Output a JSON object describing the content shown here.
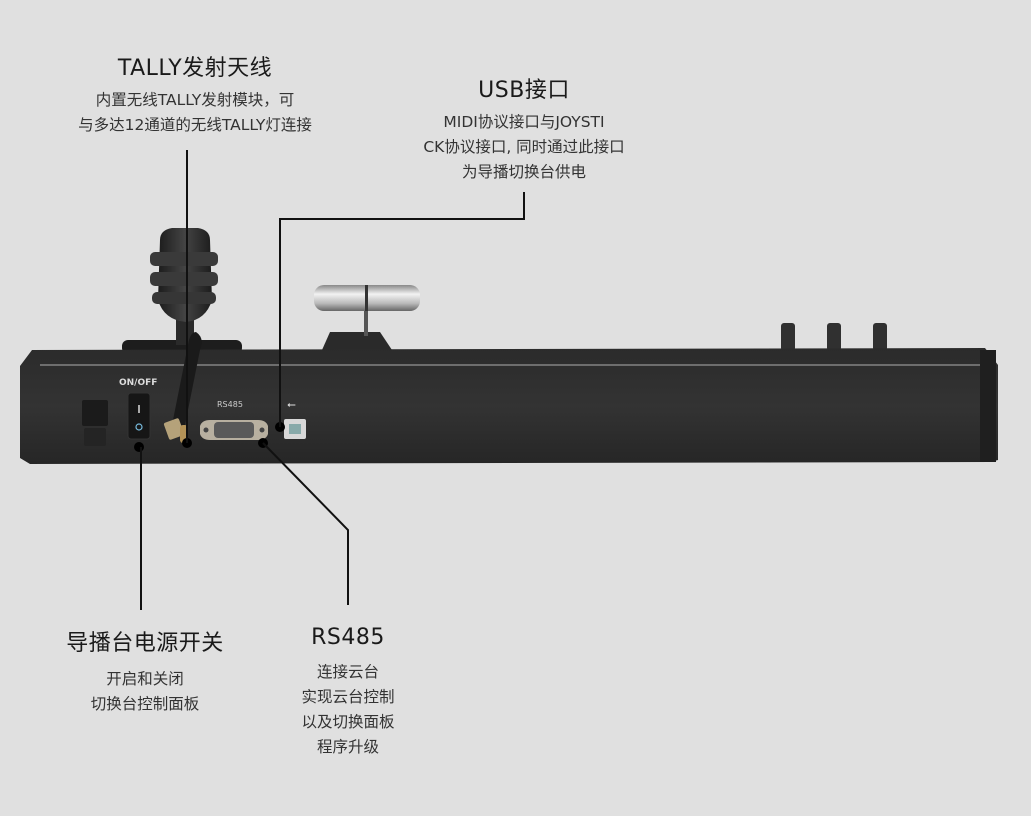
{
  "callouts": {
    "tally": {
      "title": "TALLY发射天线",
      "lines": [
        "内置无线TALLY发射模块，可",
        "与多达12通道的无线TALLY灯连接"
      ]
    },
    "usb": {
      "title": "USB接口",
      "lines": [
        "MIDI协议接口与JOYSTI",
        "CK协议接口, 同时通过此接口",
        "为导播切换台供电"
      ]
    },
    "power": {
      "title": "导播台电源开关",
      "lines": [
        "开启和关闭",
        "切换台控制面板"
      ]
    },
    "rs485": {
      "title": "RS485",
      "lines": [
        "连接云台",
        "实现云台控制",
        "以及切换面板",
        "程序升级"
      ]
    }
  },
  "device": {
    "power_switch_label": "ON/OFF",
    "rs485_port_label": "RS485",
    "usb_port_symbol": "⭠"
  }
}
